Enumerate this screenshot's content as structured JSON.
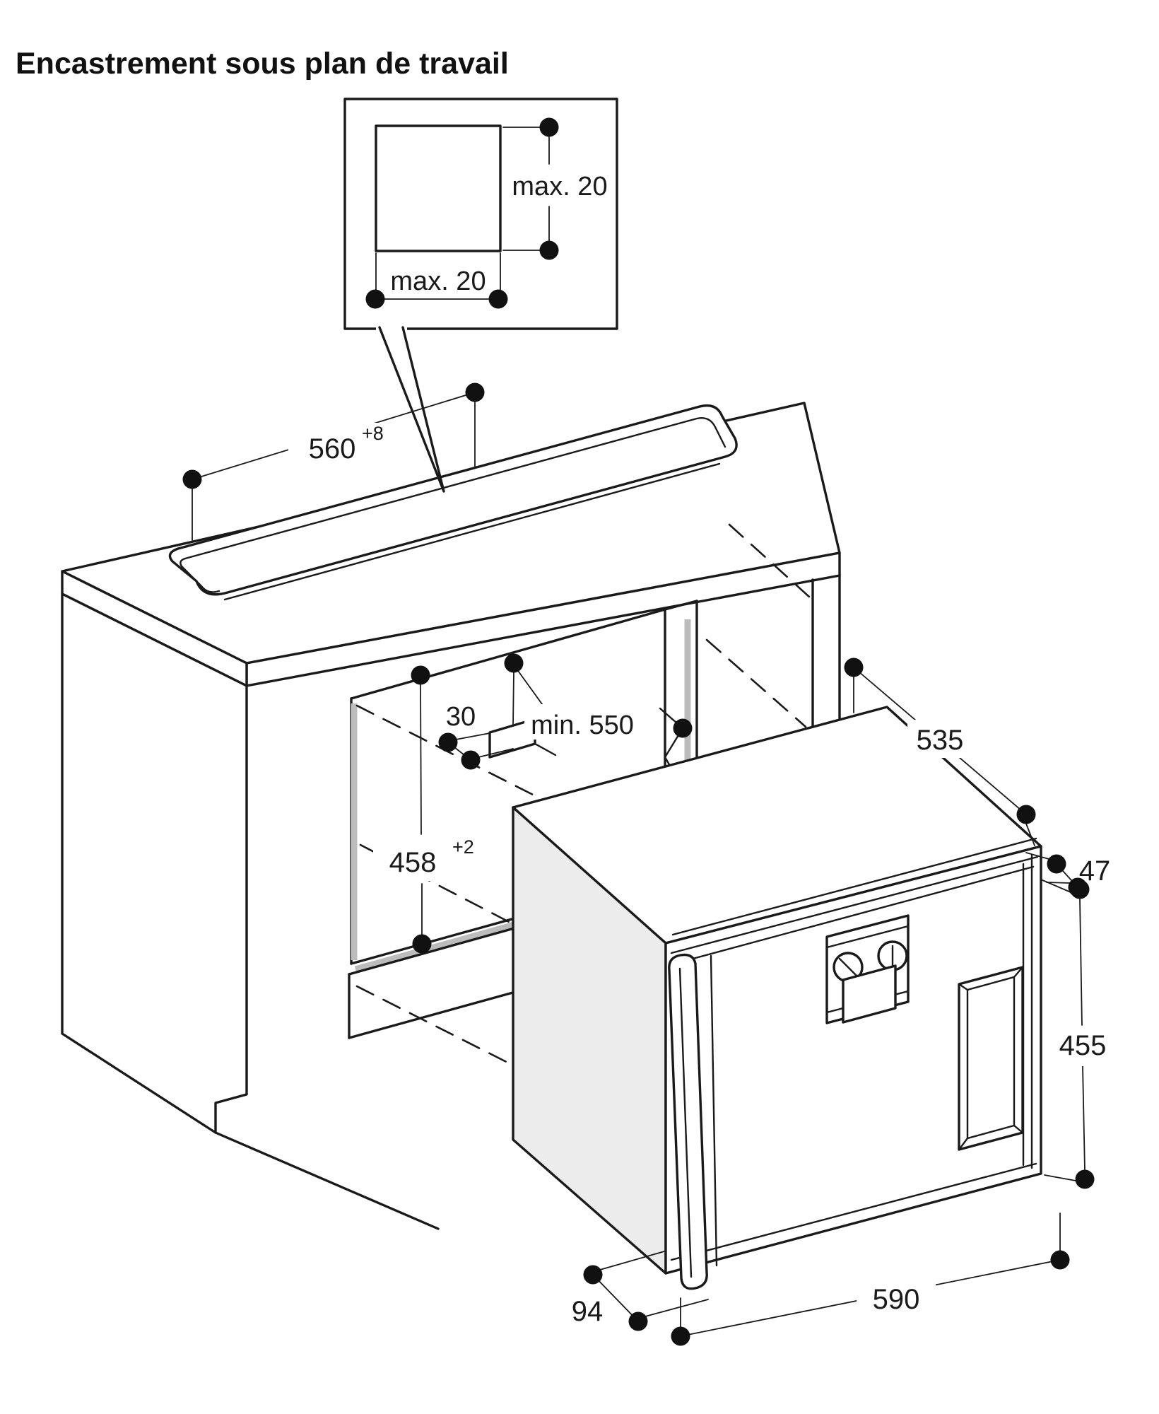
{
  "title": "Encastrement sous plan de travail",
  "colors": {
    "line": "#1a1a1a",
    "oven_side_gray": "#ececec",
    "edge_strip_gray": "#bcbcbc",
    "background": "#ffffff"
  },
  "callout": {
    "dim_vertical": "max. 20",
    "dim_horizontal": "max. 20"
  },
  "dimensions": {
    "niche_width": {
      "base": "560",
      "sup": "+8"
    },
    "niche_depth": {
      "label": "min. 550"
    },
    "rear_gap": {
      "label": "30"
    },
    "niche_height": {
      "base": "458",
      "sup": "+2"
    },
    "oven_depth": {
      "label": "535"
    },
    "frame_offset": {
      "label": "47"
    },
    "oven_height": {
      "label": "455"
    },
    "oven_width": {
      "label": "590"
    },
    "handle_depth": {
      "label": "94"
    }
  }
}
